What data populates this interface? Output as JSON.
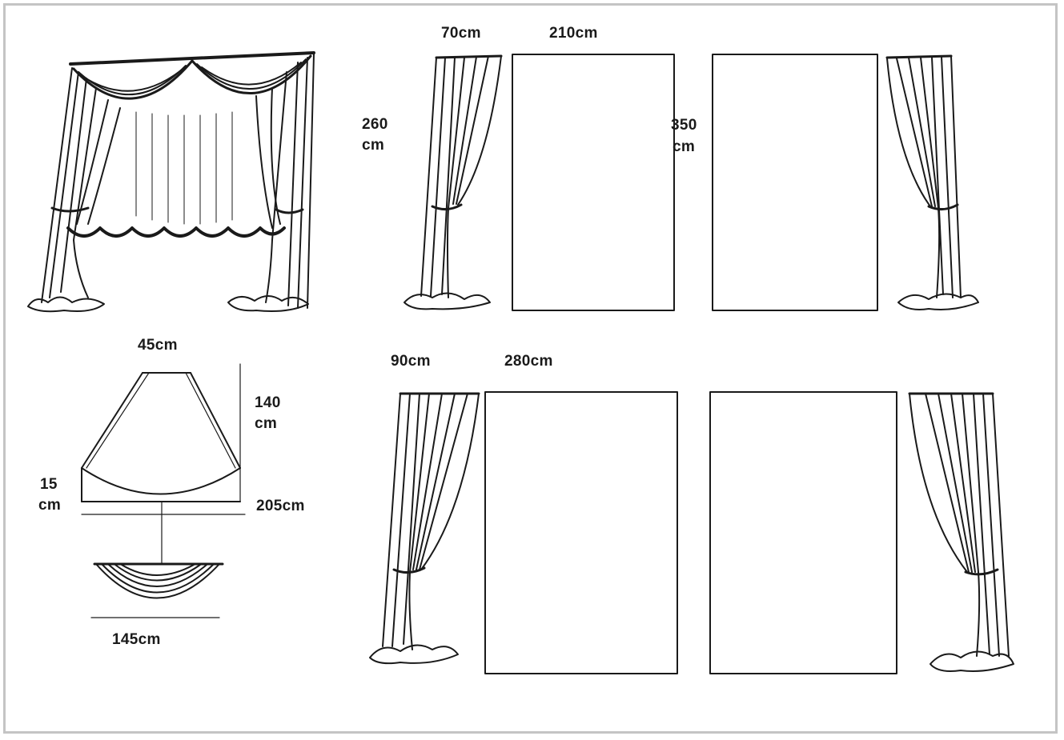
{
  "labels": {
    "top_curtain_width": "70cm",
    "top_window_width": "210cm",
    "top_curtain_height_value": "260",
    "top_curtain_height_unit": "cm",
    "top_window_height_value": "350",
    "top_window_height_unit": "cm",
    "swag_top_width": "45cm",
    "swag_height_value": "140",
    "swag_height_unit": "cm",
    "swag_side_value": "15",
    "swag_side_unit": "cm",
    "swag_bottom_width": "205cm",
    "swag_finished_width": "145cm",
    "bottom_curtain_width": "90cm",
    "bottom_window_width": "280cm"
  },
  "colors": {
    "line": "#1a1a1a",
    "frame": "#c4c4c4",
    "background": "#ffffff"
  }
}
